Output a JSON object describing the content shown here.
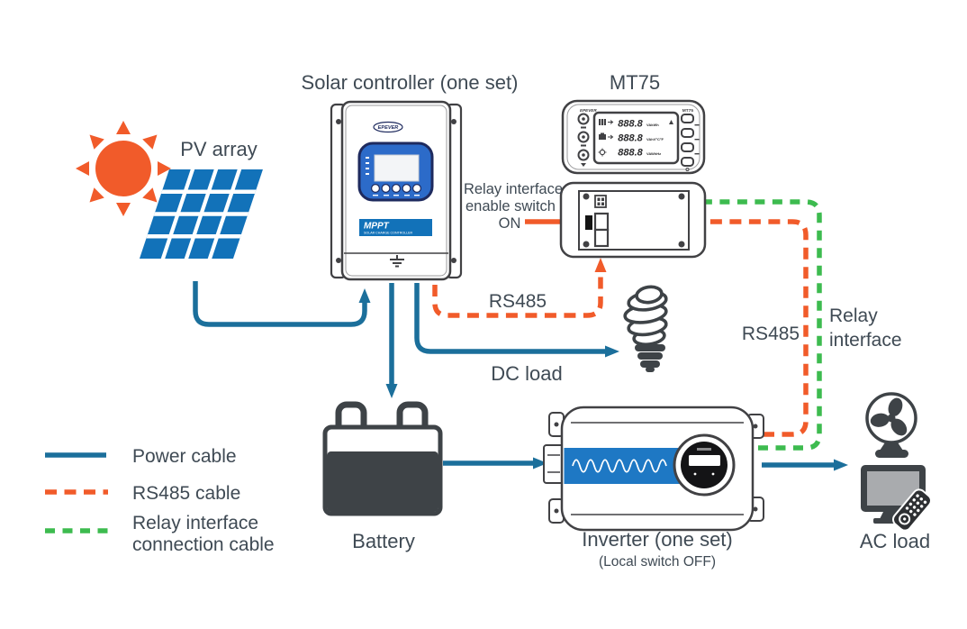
{
  "titles": {
    "solar_controller": "Solar controller (one set)",
    "mt75": "MT75"
  },
  "labels": {
    "pv_array": "PV array",
    "relay_enable_1": "Relay interface",
    "relay_enable_2": "enable switch",
    "relay_enable_3": "ON",
    "rs485_mid": "RS485",
    "rs485_right": "RS485",
    "relay_if_1": "Relay",
    "relay_if_2": "interface",
    "dc_load": "DC load",
    "battery": "Battery",
    "inverter": "Inverter (one set)",
    "inverter_note": "(Local switch OFF)",
    "ac_load": "AC load"
  },
  "legend": {
    "items": [
      {
        "label": "Power cable",
        "style": "solid",
        "color": "#1B6F9B"
      },
      {
        "label": "RS485 cable",
        "style": "dashed",
        "color": "#F15B2A"
      },
      {
        "label_line1": "Relay interface",
        "label_line2": "connection cable",
        "style": "dashed",
        "color": "#3DBB4F"
      }
    ]
  },
  "devices": {
    "controller": {
      "brand": "EPEVER",
      "band_title": "MPPT",
      "band_subtitle": "SOLAR CHARGE CONTROLLER"
    },
    "mt75": {
      "brand": "EPEVER",
      "model": "MT75",
      "lcd_rows": [
        {
          "value": "888.8",
          "unit": "VAkWh"
        },
        {
          "value": "888.8",
          "unit": "VAhV°C°F"
        },
        {
          "value": "888.8",
          "unit": "VAWhHz"
        }
      ]
    }
  },
  "colors": {
    "power_cable": "#1B6F9B",
    "rs485_cable": "#F15B2A",
    "relay_cable": "#3DBB4F",
    "text": "#3F4A54",
    "panel_blue": "#1272B9",
    "sun_orange": "#F15B2A",
    "device_dark": "#3E4347",
    "inverter_band": "#1E78C4"
  }
}
